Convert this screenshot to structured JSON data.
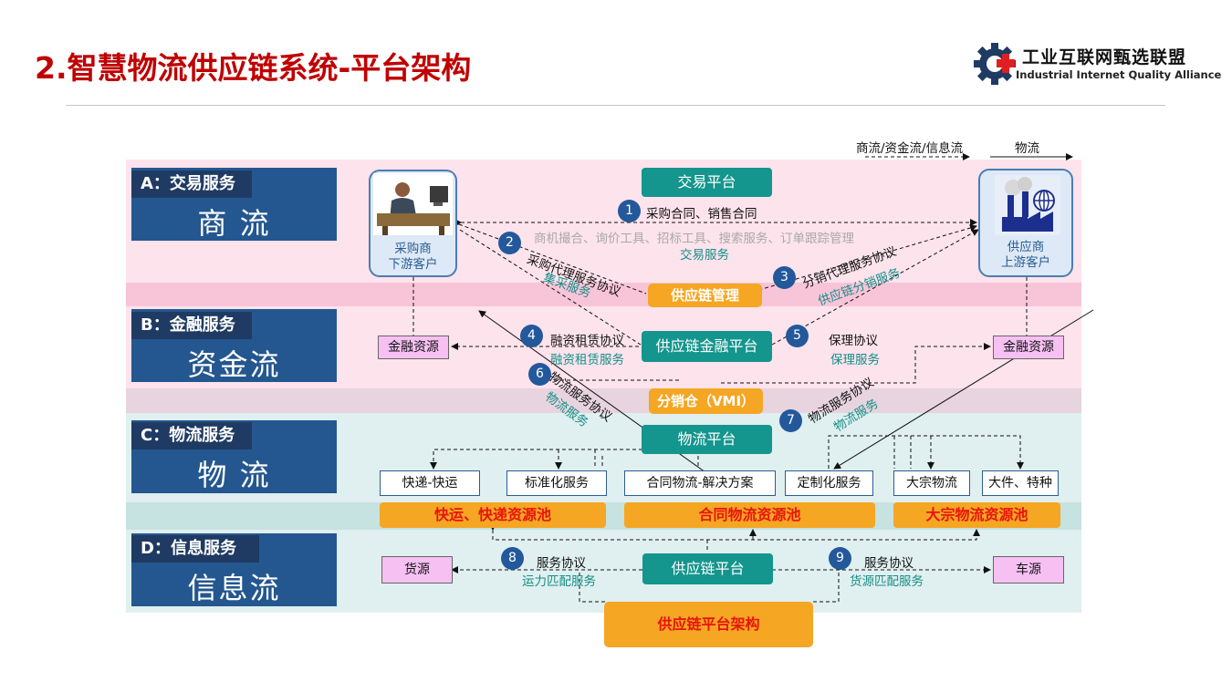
{
  "title": "2.智慧物流供应链系统-平台架构",
  "logo": {
    "cn": "工业互联网甄选联盟",
    "en": "Industrial Internet Quality Alliance",
    "icon": "gear-cross-logo-icon"
  },
  "legend": {
    "dashed": "商流/资金流/信息流",
    "solid": "物流"
  },
  "lanes": {
    "a": {
      "head": "A：交易服务",
      "big": "商  流"
    },
    "b": {
      "head": "B：金融服务",
      "big": "资金流"
    },
    "c": {
      "head": "C：物流服务",
      "big": "物  流"
    },
    "d": {
      "head": "D：信息服务",
      "big": "信息流"
    }
  },
  "platforms": {
    "trade": "交易平台",
    "finance": "供应链金融平台",
    "logistics": "物流平台",
    "scp": "供应链平台"
  },
  "bars": {
    "scm": "供应链管理",
    "vmi": "分销仓（VMI）",
    "architecture": "供应链平台架构"
  },
  "actors": {
    "buyer": {
      "line1": "采购商",
      "line2": "下游客户",
      "icon": "buyer-person-icon"
    },
    "supplier": {
      "line1": "供应商",
      "line2": "上游客户",
      "icon": "factory-icon"
    }
  },
  "finance_res": "金融资源",
  "info": {
    "goods": "货源",
    "vehicle": "车源"
  },
  "services_row": {
    "s1": "快递-快运",
    "s2": "标准化服务",
    "s3": "合同物流-解决方案",
    "s4": "定制化服务",
    "s5": "大宗物流",
    "s6": "大件、特种"
  },
  "pools": {
    "p1": "快运、快递资源池",
    "p2": "合同物流资源池",
    "p3": "大宗物流资源池"
  },
  "steps": {
    "n1": "1",
    "n2": "2",
    "n3": "3",
    "n4": "4",
    "n5": "5",
    "n6": "6",
    "n7": "7",
    "n8": "8",
    "n9": "9",
    "l1": "采购合同、销售合同",
    "trade_tools": "商机撮合、询价工具、招标工具、搜索服务、订单跟踪管理",
    "trade_service": "交易服务",
    "l2": "采购代理服务协议",
    "l2b": "集采服务",
    "l3": "分销代理服务协议",
    "l3b": "供应链分销服务",
    "l4": "融资租赁协议",
    "l4b": "融资租赁服务",
    "l5": "保理协议",
    "l5b": "保理服务",
    "l6": "物流服务协议",
    "l6b": "物流服务",
    "l7": "物流服务协议",
    "l7b": "物流服务",
    "l8": "服务协议",
    "l8b": "运力匹配服务",
    "l9": "服务协议",
    "l9b": "货源匹配服务"
  }
}
